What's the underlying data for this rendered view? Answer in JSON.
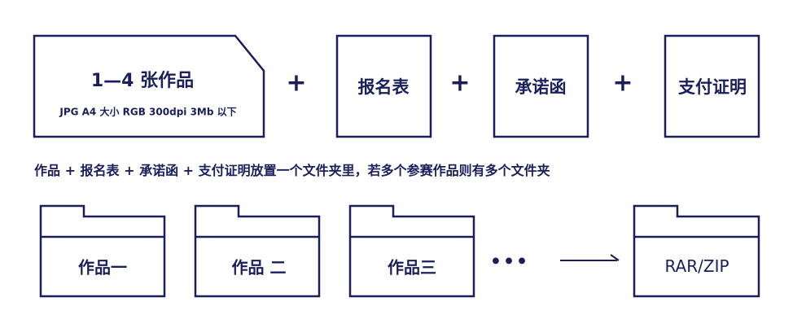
{
  "row1": {
    "artwork": {
      "title": "1—4 张作品",
      "spec": "JPG A4 大小 RGB 300dpi 3Mb 以下"
    },
    "plus_symbol": "+",
    "registration_form": "报名表",
    "commitment_letter": "承诺函",
    "payment_proof": "支付证明"
  },
  "caption": "作品 + 报名表 + 承诺函 + 支付证明放置一个文件夹里，若多个参赛作品则有多个文件夹",
  "row2": {
    "folders": [
      "作品一",
      "作品 二",
      "作品三"
    ],
    "ellipsis": "•••",
    "archive": "RAR/ZIP"
  },
  "colors": {
    "stroke": "#1a1f5c",
    "background": "#ffffff"
  }
}
